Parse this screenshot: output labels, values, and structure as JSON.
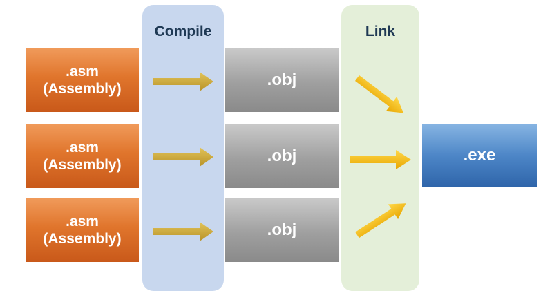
{
  "stages": {
    "compile_label": "Compile",
    "link_label": "Link"
  },
  "sources": [
    {
      "ext": ".asm",
      "type": "(Assembly)"
    },
    {
      "ext": ".asm",
      "type": "(Assembly)"
    },
    {
      "ext": ".asm",
      "type": "(Assembly)"
    }
  ],
  "objects": [
    {
      "label": ".obj"
    },
    {
      "label": ".obj"
    },
    {
      "label": ".obj"
    }
  ],
  "output": {
    "label": ".exe"
  },
  "colors": {
    "source_box": "#e0752c",
    "object_box": "#9f9f9f",
    "output_box": "#4d86c7",
    "compile_band": "#c8d7ee",
    "link_band": "#e4efd9",
    "compile_arrow": "#c9a93a",
    "link_arrow": "#f5b800"
  }
}
